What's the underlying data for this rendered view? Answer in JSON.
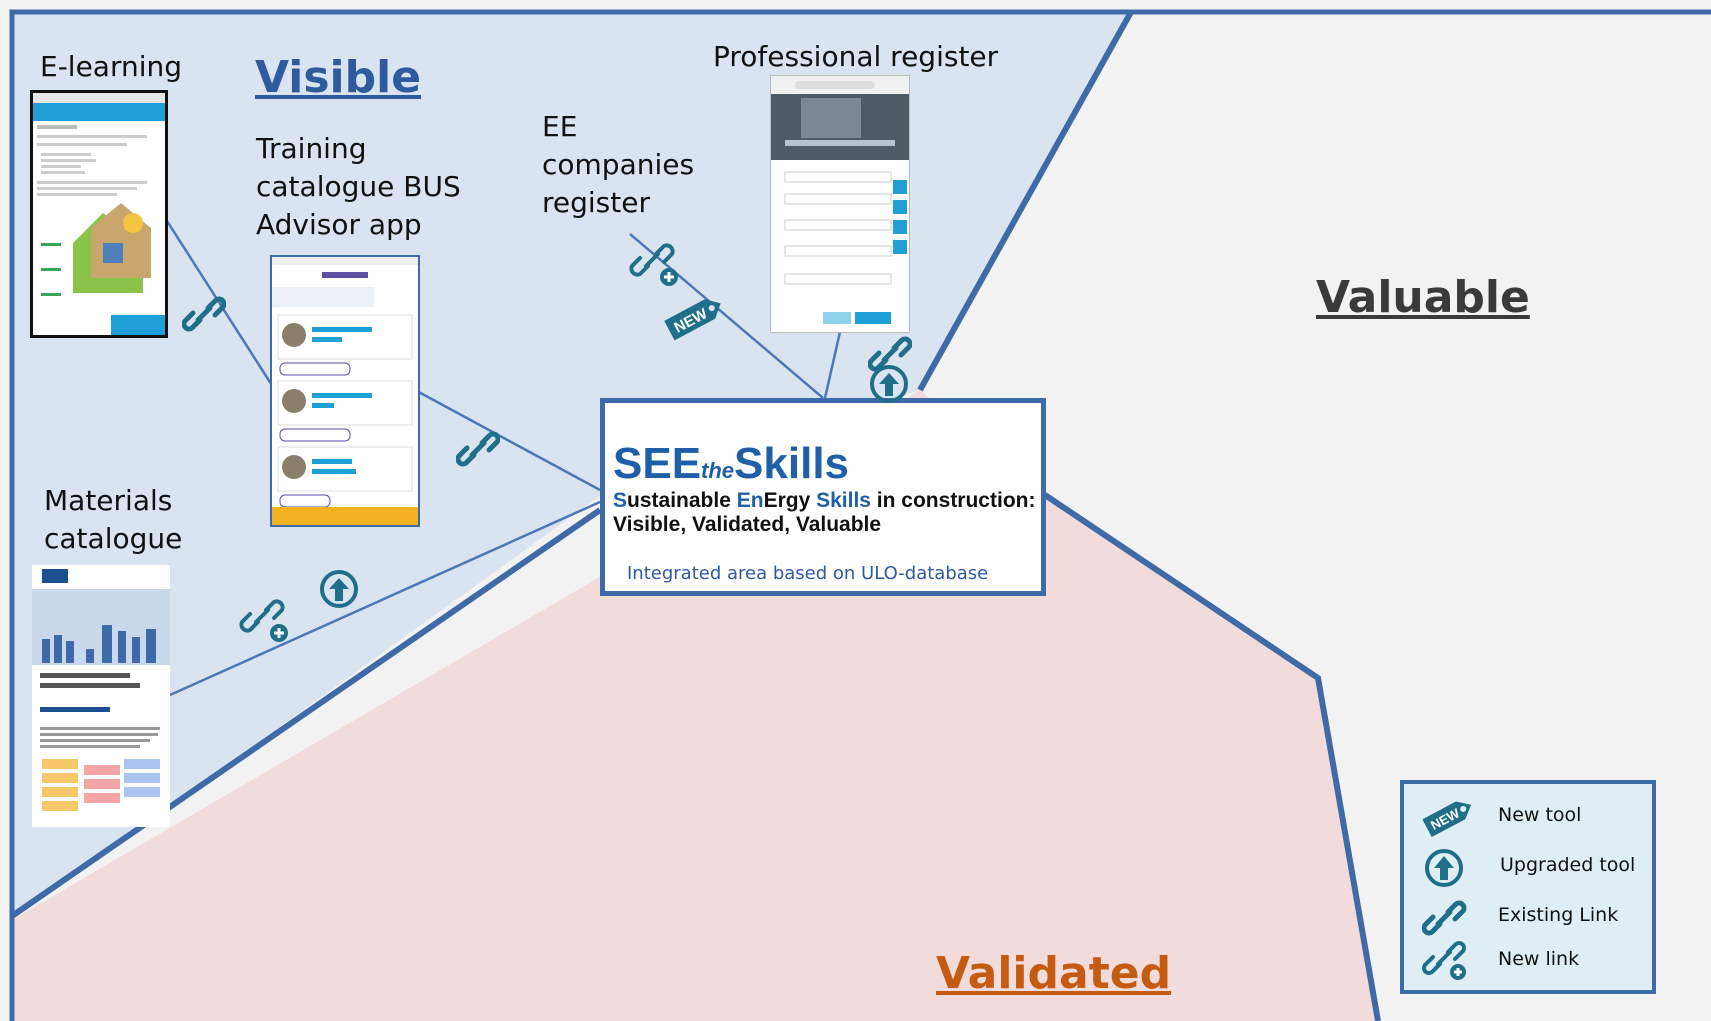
{
  "zones": {
    "visible": "Visible",
    "valuable": "Valuable",
    "validated": "Validated"
  },
  "tools": {
    "elearning": "E-learning",
    "training_catalogue": [
      "Training",
      "catalogue BUS",
      "Advisor app"
    ],
    "ee_companies": [
      "EE",
      "companies",
      "register"
    ],
    "professional_register": "Professional register",
    "materials_catalogue": [
      "Materials",
      "catalogue"
    ]
  },
  "center": {
    "brand_see": "SEE",
    "brand_the": "the",
    "brand_skills": "Skills",
    "tagline_parts": [
      "S",
      "ustainable ",
      "En",
      "E",
      "rgy ",
      "Skills",
      " in construction: Visible, Validated, Valuable"
    ],
    "subtitle": "Integrated area based on ULO-database"
  },
  "legend": {
    "items": [
      {
        "icon": "new-tool-tag-icon",
        "label": "New tool"
      },
      {
        "icon": "upgraded-tool-icon",
        "label": "Upgraded tool"
      },
      {
        "icon": "existing-link-icon",
        "label": "Existing Link"
      },
      {
        "icon": "new-link-icon",
        "label": "New link"
      }
    ]
  },
  "badges": {
    "new_tag_text": "NEW"
  },
  "colors": {
    "visible_bg": "#dae3f0",
    "valuable_bg": "#f2f2f2",
    "validated_bg": "#f2dcdb",
    "border": "#3f6aa8",
    "teal_icon": "#1f6f8b",
    "link_line": "#4a78b8"
  }
}
